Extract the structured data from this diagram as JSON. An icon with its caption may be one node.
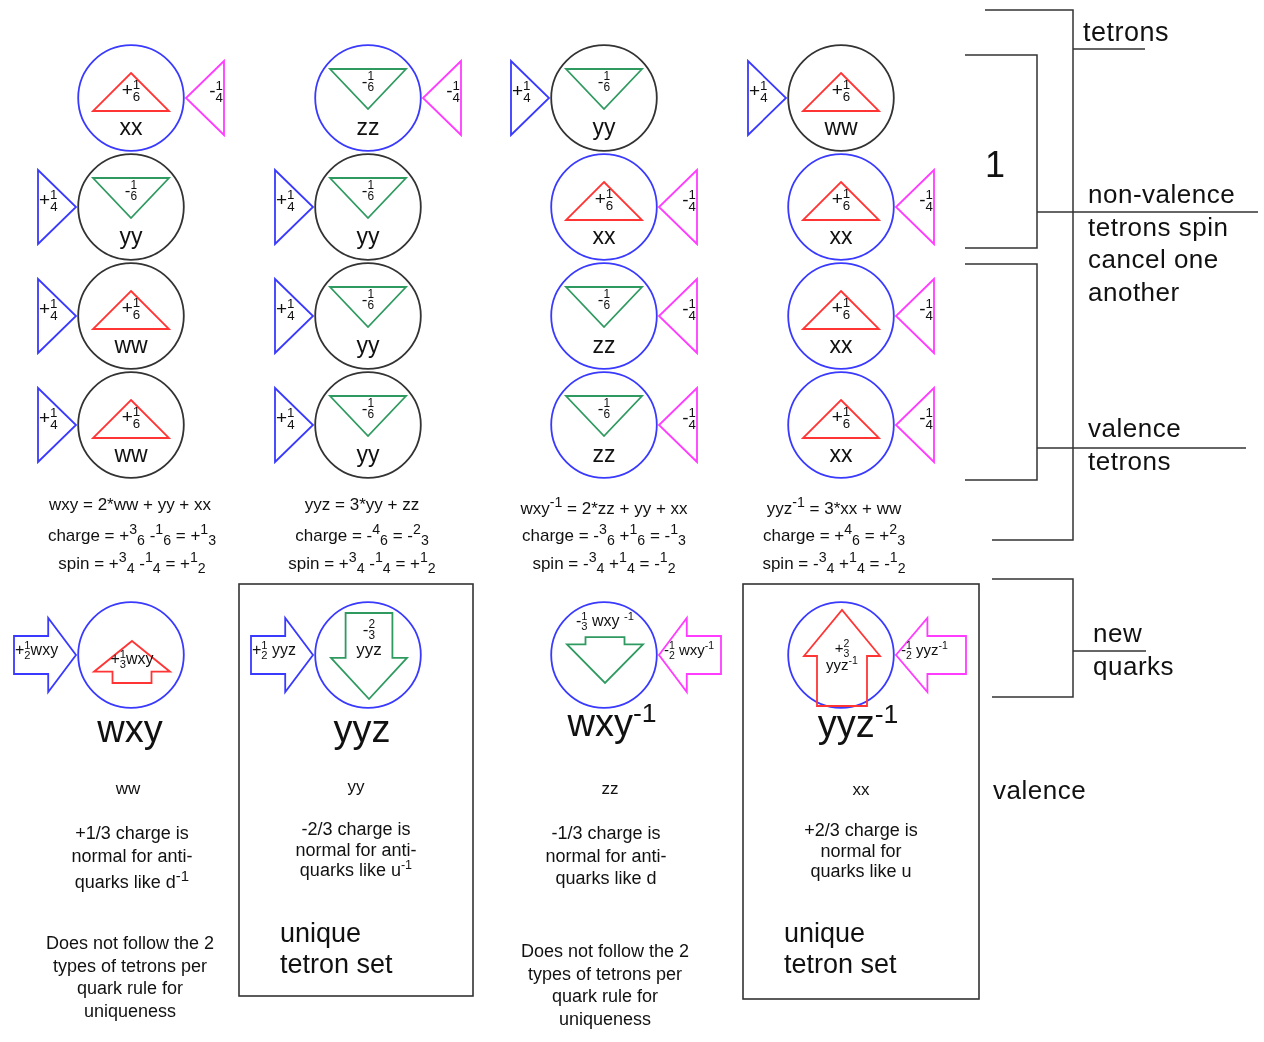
{
  "diagram": {
    "nodes": [
      {
        "text": [
          "xx"
        ]
      },
      {
        "text": [
          "+$^{1}$$_{6}$"
        ],
        "in": 0
      },
      {
        "text": [
          "-$^{1}$$_{4}$"
        ]
      },
      {
        "text": [
          "zz"
        ]
      },
      {
        "text": [
          "-$^{1}$$_{6}$"
        ],
        "in": 3
      },
      {
        "text": [
          "-$^{1}$$_{4}$"
        ]
      },
      {
        "text": [
          "+$^{1}$$_{4}$"
        ]
      },
      {
        "text": [
          "yy"
        ]
      },
      {
        "text": [
          "-$^{1}$$_{6}$"
        ],
        "in": 7
      },
      {
        "text": [
          "+$^{1}$$_{4}$"
        ]
      },
      {
        "text": [
          "ww"
        ]
      },
      {
        "text": [
          "+$^{1}$$_{6}$"
        ],
        "in": 10
      },
      {
        "text": [
          "+$^{1}$$_{4}$"
        ]
      },
      {
        "text": [
          "yy"
        ]
      },
      {
        "text": [
          "-$^{1}$$_{6}$"
        ],
        "in": 13
      },
      {
        "text": [
          "+$^{1}$$_{4}$"
        ]
      },
      {
        "text": [
          "yy"
        ]
      },
      {
        "text": [
          "-$^{1}$$_{6}$"
        ],
        "in": 16
      },
      {
        "text": [
          "xx"
        ]
      },
      {
        "text": [
          "+$^{1}$$_{6}$"
        ],
        "in": 18
      },
      {
        "text": [
          "-$^{1}$$_{4}$"
        ]
      },
      {
        "text": [
          "xx"
        ]
      },
      {
        "text": [
          "+$^{1}$$_{6}$"
        ],
        "in": 21
      },
      {
        "text": [
          "-$^{1}$$_{4}$"
        ]
      },
      {
        "text": [
          "+$^{1}$$_{4}$"
        ]
      },
      {
        "text": [
          "ww"
        ]
      },
      {
        "text": [
          "+$^{1}$$_{6}$"
        ],
        "in": 25
      },
      {
        "text": [
          "+$^{1}$$_{4}$"
        ]
      },
      {
        "text": [
          "yy"
        ]
      },
      {
        "text": [
          "-$^{1}$$_{6}$"
        ],
        "in": 28
      },
      {
        "text": [
          "zz"
        ]
      },
      {
        "text": [
          "-$^{1}$$_{6}$"
        ],
        "in": 30
      },
      {
        "text": [
          "-$^{1}$$_{4}$"
        ]
      },
      {
        "text": [
          "xx"
        ]
      },
      {
        "text": [
          "+$^{1}$$_{6}$"
        ],
        "in": 33
      },
      {
        "text": [
          "-$^{1}$$_{4}$"
        ]
      },
      {
        "text": [
          "+$^{1}$$_{4}$"
        ]
      },
      {
        "text": [
          "ww"
        ]
      },
      {
        "text": [
          "+$^{1}$$_{6}$"
        ],
        "in": 37
      },
      {
        "text": [
          "+$^{1}$$_{4}$"
        ]
      },
      {
        "text": [
          "yy"
        ]
      },
      {
        "text": [
          "-$^{1}$$_{6}$"
        ],
        "in": 40
      },
      {
        "text": [
          "zz"
        ]
      },
      {
        "text": [
          "-$^{1}$$_{6}$"
        ],
        "in": 42
      },
      {
        "text": [
          "-$^{1}$$_{4}$"
        ]
      },
      {
        "text": [
          "xx"
        ]
      },
      {
        "text": [
          "+$^{1}$$_{6}$"
        ],
        "in": 45
      },
      {
        "text": [
          "-$^{1}$$_{4}$"
        ]
      },
      {
        "text": [
          "+$^{1}$$_{2}$wxy"
        ]
      },
      {
        "text": [],
        "shape": "circle",
        "beside": [
          "wxy"
        ]
      },
      {
        "text": [
          "+$^{1}$$_{3}$wxy"
        ],
        "in": 49
      },
      {
        "text": [
          "yy",
          "-2/3 charge is normal for anti-quarks like u$^{-1}$",
          "unique tetron set"
        ]
      },
      {
        "text": [
          "+$^{1}$$_{2}$ yyz"
        ],
        "in": 51
      },
      {
        "text": [],
        "shape": "circle",
        "in": 51,
        "beside": [
          "yyz"
        ]
      },
      {
        "text": [
          "-$^{2}$$_{3}$ yyz"
        ],
        "in": 53
      },
      {
        "text": [],
        "shape": "circle",
        "beside": [
          "wxy$^{-1}$"
        ]
      },
      {
        "text": [
          "-$^{1}$$_{3}$ wxy $^{-1}$"
        ],
        "in": 55
      },
      {
        "text": [
          "-$^{1}$$_{2}$ wxy$^{-1}$"
        ]
      },
      {
        "text": [
          "xx",
          "+2/3 charge is normal for quarks like u",
          "unique tetron set"
        ]
      },
      {
        "text": [],
        "shape": "circle",
        "in": 58,
        "beside": [
          "yyz$^{-1}$"
        ]
      },
      {
        "text": [
          "+$^{2}$$_{3}$ yyz$^{-1}$"
        ],
        "in": 59
      },
      {
        "text": [
          "-$^{1}$$_{2}$ yyz$^{-1}$"
        ],
        "in": 58
      }
    ],
    "labels": [
      "tetrons",
      "1",
      "non-valence tetrons spin cancel one another",
      "valence tetrons",
      "wxy = 2*ww + yy + xx",
      "charge = +$^{3}$$_{6}$ -$^{1}$$_{6}$ = +$^{1}$$_{3}$",
      "spin = +$^{3}$$_{4}$ -$^{1}$$_{4}$ = +$^{1}$$_{2}$",
      "yyz = 3*yy + zz",
      "charge = -$^{4}$$_{6}$ = -$^{2}$$_{3}$",
      "spin = +$^{3}$$_{4}$ -$^{1}$$_{4}$ = +$^{1}$$_{2}$",
      "wxy$^{-1}$ = 2*zz + yy + xx",
      "charge = -$^{3}$$_{6}$ +$^{1}$$_{6}$ = -$^{1}$$_{3}$",
      "spin = -$^{3}$$_{4}$ +$^{1}$$_{4}$ = -$^{1}$$_{2}$",
      "yyz$^{-1}$ = 3*xx + ww",
      "charge = +$^{4}$$_{6}$ = +$^{2}$$_{3}$",
      "spin = -$^{3}$$_{4}$ +$^{1}$$_{4}$ = -$^{1}$$_{2}$",
      "new quarks",
      "ww",
      "+1/3 charge is normal for anti-quarks like d$^{-1}$",
      "Does not follow the 2 types of tetrons per quark rule for uniqueness",
      "zz",
      "-1/3 charge is normal for anti-quarks like d",
      "Does not follow the 2 types of tetrons per quark rule for uniqueness",
      "valence"
    ]
  }
}
